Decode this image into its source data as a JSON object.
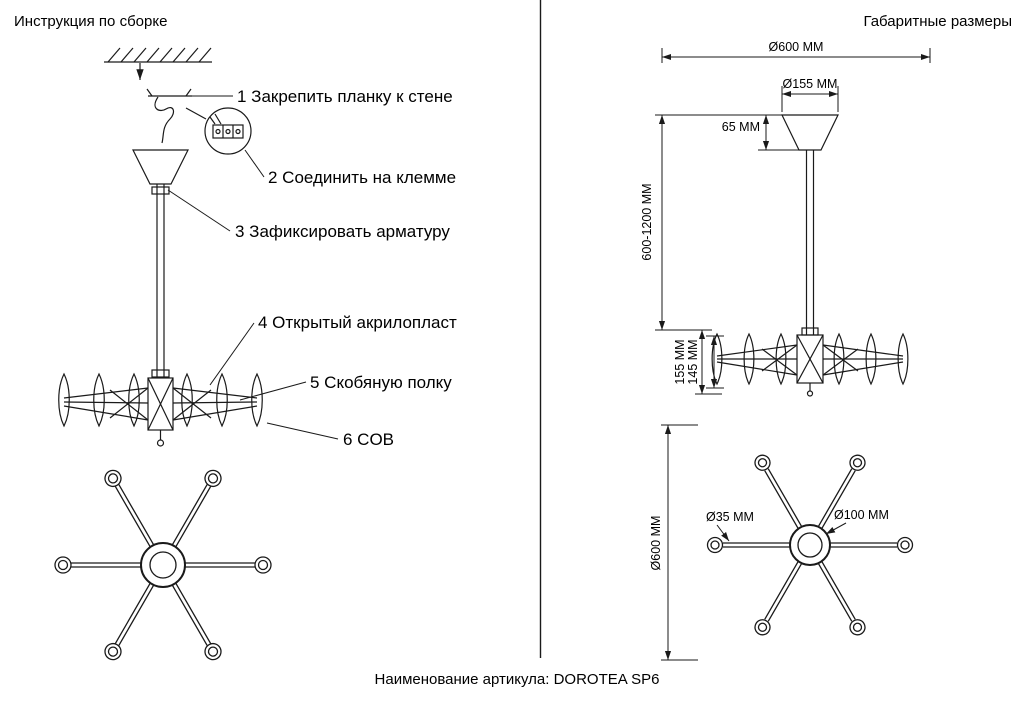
{
  "page": {
    "left_title": "Инструкция по сборке",
    "right_title": "Габаритные размеры",
    "footer": "Наименование артикула: DOROTEA SP6"
  },
  "instructions": {
    "steps": [
      {
        "label": "1 Закрепить планку к стене"
      },
      {
        "label": "2 Соединить на клемме"
      },
      {
        "label": "3 Зафиксировать арматуру"
      },
      {
        "label": "4 Открытый акрилопласт"
      },
      {
        "label": "5 Скобяную полку"
      },
      {
        "label": "6 COB"
      }
    ]
  },
  "dimensions": {
    "overall_diameter_top": "Ø600 ММ",
    "canopy_diameter": "Ø155 ММ",
    "canopy_height": "65 ММ",
    "suspension_range": "600-1200 ММ",
    "body_height_outer": "155 ММ",
    "body_height_inner": "145 ММ",
    "overall_diameter_bottom": "Ø600 ММ",
    "arm_tube_diameter": "Ø35 ММ",
    "hub_diameter": "Ø100 ММ"
  }
}
